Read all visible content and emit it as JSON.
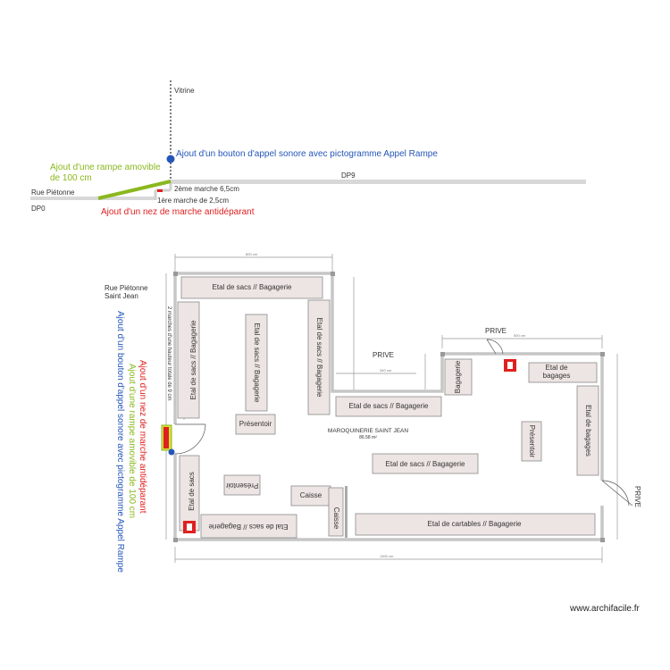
{
  "section_view": {
    "vitrine": "Vitrine",
    "bell_note": "Ajout d'un bouton d'appel sonore avec pictogramme Appel Rampe",
    "ramp_note_1": "Ajout d'une rampe amovible",
    "ramp_note_2": "de 100 cm",
    "dp9": "DP9",
    "street": "Rue Piétonne",
    "step2": "2ème marche 6,5cm",
    "step1": "1ère marche de 2,5cm",
    "dp0": "DP0",
    "nosing_note": "Ajout d'un nez de marche antidéparant"
  },
  "plan": {
    "street_1": "Rue Piétonne",
    "street_2": "Saint Jean",
    "steps_note": "2 marches d'une hauteur totale de 9 cm",
    "note_red": "Ajout d'un nez de marche antidéparant",
    "note_green": "Ajout d'une rampe amovible de 100 cm",
    "note_blue": "Ajout d'un bouton d'appel sonore avec pictogramme Appel Rampe",
    "room_name": "MAROQUINERIE SAINT JEAN",
    "room_area": "86.58 m²",
    "prive_1": "PRIVE",
    "prive_2": "PRIVE",
    "prive_3": "PRIVE",
    "etal_top": "Etal de sacs // Bagagerie",
    "etal_left": "Etal de sacs // Bagagerie",
    "etal_mid1": "Etal de sacs // Bagagerie",
    "etal_mid2": "Etal de sacs // Bagagerie",
    "etal_mid3": "Etal de sacs // Bagagerie",
    "etal_center": "Etal de sacs // Bagagerie",
    "etal_small": "Etal de sacs",
    "etal_bottom": "Etal de sacs // Bagagerie",
    "etal_bagages_1": "Etal de",
    "etal_bagages_2": "bagages",
    "etal_bagages_v": "Etal de bagages",
    "etal_cartables": "Etal de cartables  // Bagagerie",
    "presentoir_1": "Présentoir",
    "presentoir_2": "Présentoir",
    "presentoir_3": "Présentoir",
    "caisse_1": "Caisse",
    "caisse_2": "Caisse",
    "bagagerie_small": "Bagagerie"
  },
  "watermark": "www.archifacile.fr",
  "colors": {
    "red": "#e02020",
    "green": "#8ab81e",
    "blue": "#2456b8",
    "wall": "#c8c8c8",
    "furniture": "#ede5e3",
    "dimension": "#888888"
  },
  "icons": [
    "fire-extinguisher-icon",
    "call-button-icon"
  ]
}
